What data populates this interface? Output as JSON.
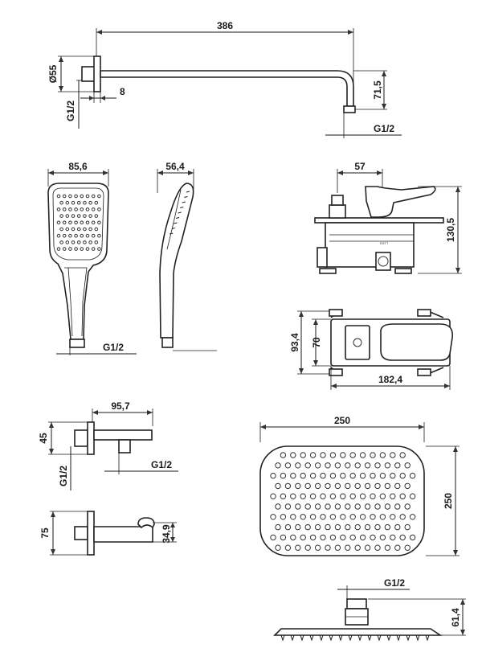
{
  "dimensions": {
    "arm_length": "386",
    "flange_diameter": "Ø55",
    "wall_offset": "8",
    "arm_thread": "G1/2",
    "arm_drop": "71,5",
    "arm_outlet_thread": "G1/2",
    "hand_width": "85,6",
    "hand_depth": "56,4",
    "hand_thread": "G1/2",
    "mixer_depth": "57",
    "mixer_height": "130,5",
    "plate_height_outer": "93,4",
    "plate_height_inner": "70",
    "plate_width": "182,4",
    "elbow_length": "95,7",
    "elbow_flange": "45",
    "elbow_thread_in": "G1/2",
    "elbow_thread_out": "G1/2",
    "holder_flange": "75",
    "holder_gap": "34,9",
    "head_width": "250",
    "head_height": "250",
    "head_thread": "G1/2",
    "head_height_side": "61,4"
  },
  "labels": {
    "cartridge_mark": "RSTT"
  },
  "colors": {
    "line": "#1a1a1a",
    "background": "#ffffff"
  }
}
